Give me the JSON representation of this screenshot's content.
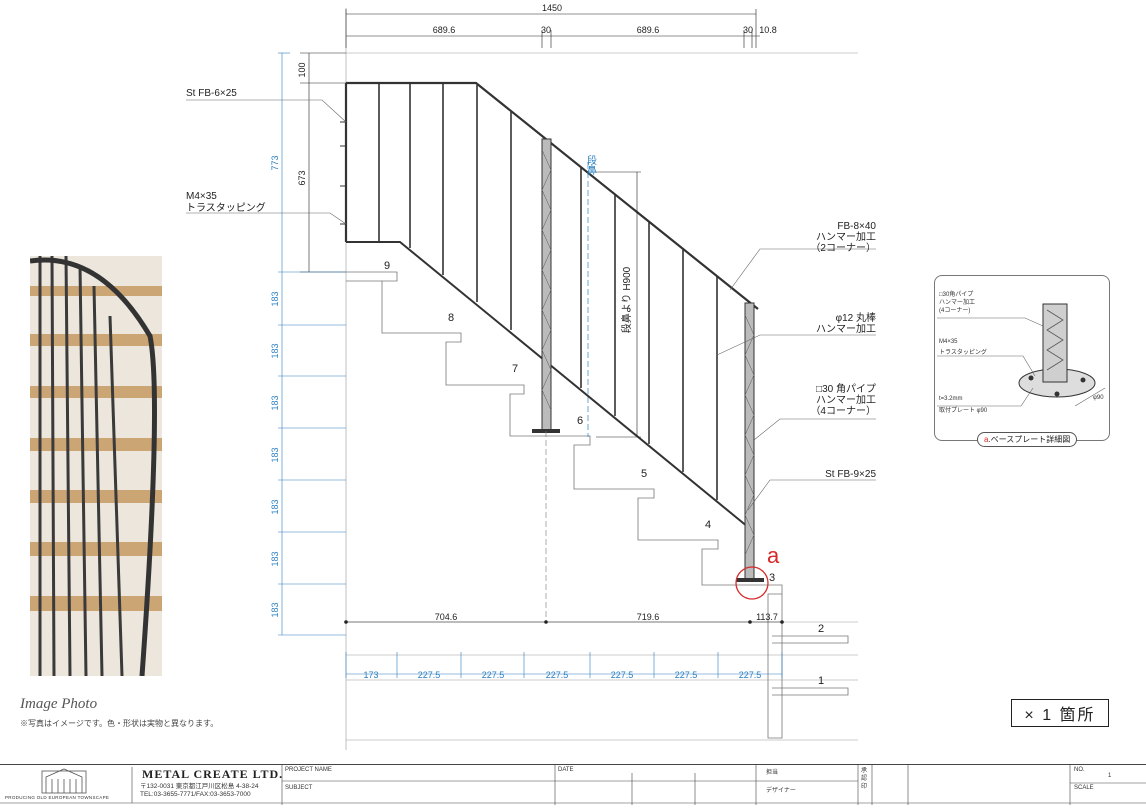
{
  "overall": {
    "width": "1450"
  },
  "top_dims": [
    "689.6",
    "30",
    "689.6",
    "30",
    "10.8"
  ],
  "left_dims": {
    "gap": "100",
    "inner": "673",
    "total": "773"
  },
  "riser": "183",
  "floor_dims": [
    "704.6",
    "719.6",
    "113.7"
  ],
  "tread_dims": [
    "173",
    "227.5",
    "227.5",
    "227.5",
    "227.5",
    "227.5",
    "227.5"
  ],
  "step_numbers": [
    "9",
    "8",
    "7",
    "6",
    "5",
    "4",
    "3",
    "2",
    "1"
  ],
  "nosing_label": "段鼻",
  "height_label": "段鼻より H900",
  "callouts": {
    "st_fb6": "St FB-6×25",
    "m4_line1": "M4×35",
    "m4_line2": "トラスタッピング",
    "fb8_line1": "FB-8×40",
    "fb8_line2": "ハンマー加工",
    "fb8_line3": "（2コーナー）",
    "rod_line1": "φ12 丸棒",
    "rod_line2": "ハンマー加工",
    "pipe_line1": "□30 角パイプ",
    "pipe_line2": "ハンマー加工",
    "pipe_line3": "（4コーナー）",
    "st_fb9": "St FB-9×25",
    "marker": "a"
  },
  "detail": {
    "pipe_line1": "□30角パイプ",
    "pipe_line2": "ハンマー加工",
    "pipe_line3": "(4コーナー)",
    "screw_line1": "M4×35",
    "screw_line2": "トラスタッピング",
    "plate_line1": "t=3.2mm",
    "plate_line2": "取付プレート φ90",
    "dia": "φ90",
    "title_marker": "a",
    "title": ".ベースプレート詳細図"
  },
  "photo": {
    "caption": "Image Photo",
    "note": "※写真はイメージです。色・形状は実物と異なります。"
  },
  "count_box": "× 1 箇所",
  "title_block": {
    "company": "METAL CREATE LTD.",
    "address": "〒132-0031 東京都江戸川区松島 4-38-24",
    "tel": "TEL:03-3655-7771/FAX:03-3653-7000",
    "logo_tagline": "PRODUCING OLD EUROPEAN TOWNSCAPE",
    "project_name": "PROJECT NAME",
    "subject": "SUBJECT",
    "date": "DATE",
    "person": "担当",
    "designer": "デザイナー",
    "approval": "承認印",
    "no_label": "NO.",
    "no_value": "1",
    "scale_label": "SCALE"
  },
  "colors": {
    "blue_dim": "#2a7fc0",
    "marker_red": "#d62a2a",
    "line": "#222222"
  }
}
